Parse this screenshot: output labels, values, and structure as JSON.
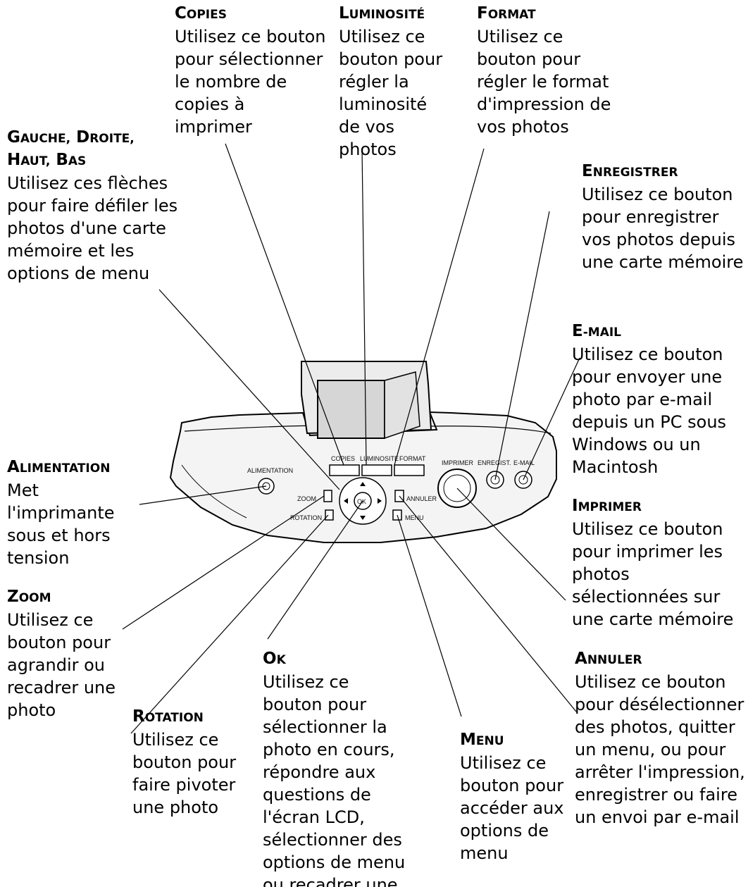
{
  "callouts": {
    "copies": {
      "title": "Copies",
      "desc": "Utilisez ce bouton pour sélectionner le nombre de copies à imprimer"
    },
    "luminosite": {
      "title": "Luminosité",
      "desc": "Utilisez ce bouton pour régler la luminosité de vos photos"
    },
    "format": {
      "title": "Format",
      "desc": "Utilisez ce bouton pour régler le format d'impression de vos photos"
    },
    "fleches": {
      "title": "Gauche, Droite, Haut, Bas",
      "desc": "Utilisez ces flèches pour faire défiler les photos d'une carte mémoire et les options de menu"
    },
    "enregistrer": {
      "title": "Enregistrer",
      "desc": "Utilisez ce bouton pour enregistrer vos photos depuis une carte mémoire"
    },
    "email": {
      "title": "E-mail",
      "desc": "Utilisez ce bouton pour envoyer une photo par e-mail depuis un PC sous Windows ou un Macintosh"
    },
    "alimentation": {
      "title": "Alimentation",
      "desc": "Met l'imprimante sous et hors tension"
    },
    "imprimer": {
      "title": "Imprimer",
      "desc": "Utilisez ce bouton pour imprimer les photos sélectionnées sur une carte mémoire"
    },
    "zoom": {
      "title": "Zoom",
      "desc": "Utilisez ce bouton pour agrandir ou recadrer une photo"
    },
    "ok": {
      "title": "OK",
      "desc": "Utilisez ce bouton pour sélectionner la photo en cours, répondre aux questions de l'écran LCD, sélectionner des options de menu ou recadrer une photo agrandie"
    },
    "annuler": {
      "title": "Annuler",
      "desc": "Utilisez ce bouton pour désélectionner des photos, quitter un menu, ou pour arrêter l'impression, enregistrer ou faire un envoi par e-mail"
    },
    "rotation": {
      "title": "Rotation",
      "desc": "Utilisez ce bouton pour faire pivoter une photo"
    },
    "menu": {
      "title": "Menu",
      "desc": "Utilisez ce bouton pour accéder aux options de menu"
    }
  },
  "device_labels": {
    "alimentation": "ALIMENTATION",
    "copies": "COPIES",
    "luminosite": "LUMINOSITE",
    "format": "FORMAT",
    "imprimer": "IMPRIMER",
    "enregist": "ENREGIST.",
    "email": "E-MAIL",
    "zoom": "ZOOM",
    "rotation": "ROTATION",
    "annuler": "ANNULER",
    "menu": "MENU",
    "ok": "OK"
  }
}
